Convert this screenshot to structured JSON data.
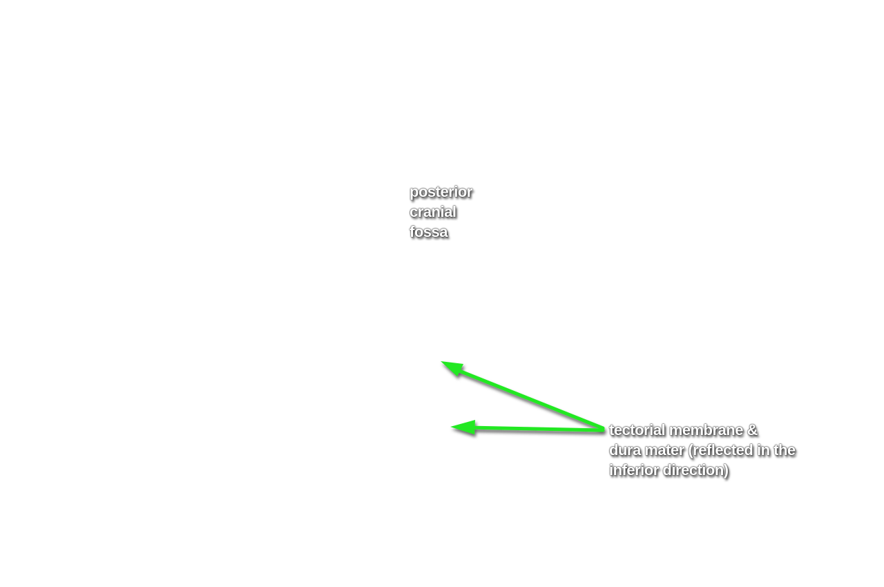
{
  "labels": {
    "posterior_cranial_fossa": [
      "posterior",
      "cranial",
      "fossa"
    ],
    "tectorial_membrane": [
      "tectorial membrane &",
      "dura mater (reflected in the",
      "inferior direction)"
    ]
  },
  "colors": {
    "background": "#ffffff",
    "label_text": "#ffffff",
    "label_outline": "#1a1a1a",
    "arrow": "#22e822"
  }
}
